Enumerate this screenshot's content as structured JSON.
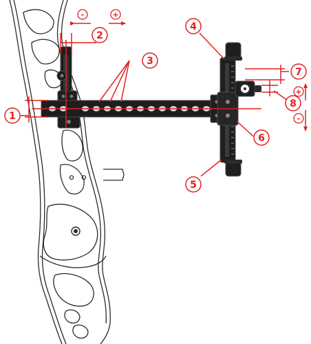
{
  "colors": {
    "annotation": "#e02020",
    "outline": "#2a2a2a",
    "metal": "#1e1e1e",
    "metal_edge": "#4a4a4a",
    "background": "#ffffff"
  },
  "callouts": [
    {
      "id": "c1",
      "label": "1",
      "icon": "callout-circle"
    },
    {
      "id": "c2",
      "label": "2",
      "icon": "callout-circle"
    },
    {
      "id": "c3",
      "label": "3",
      "icon": "callout-circle"
    },
    {
      "id": "c4",
      "label": "4",
      "icon": "callout-circle"
    },
    {
      "id": "c5",
      "label": "5",
      "icon": "callout-circle"
    },
    {
      "id": "c6",
      "label": "6",
      "icon": "callout-circle"
    },
    {
      "id": "c7",
      "label": "7",
      "icon": "callout-circle"
    },
    {
      "id": "c8",
      "label": "8",
      "icon": "callout-circle"
    }
  ],
  "direction_signs": {
    "horizontal_minus": "-",
    "horizontal_plus": "+",
    "vertical_plus": "+",
    "vertical_minus": "-"
  }
}
